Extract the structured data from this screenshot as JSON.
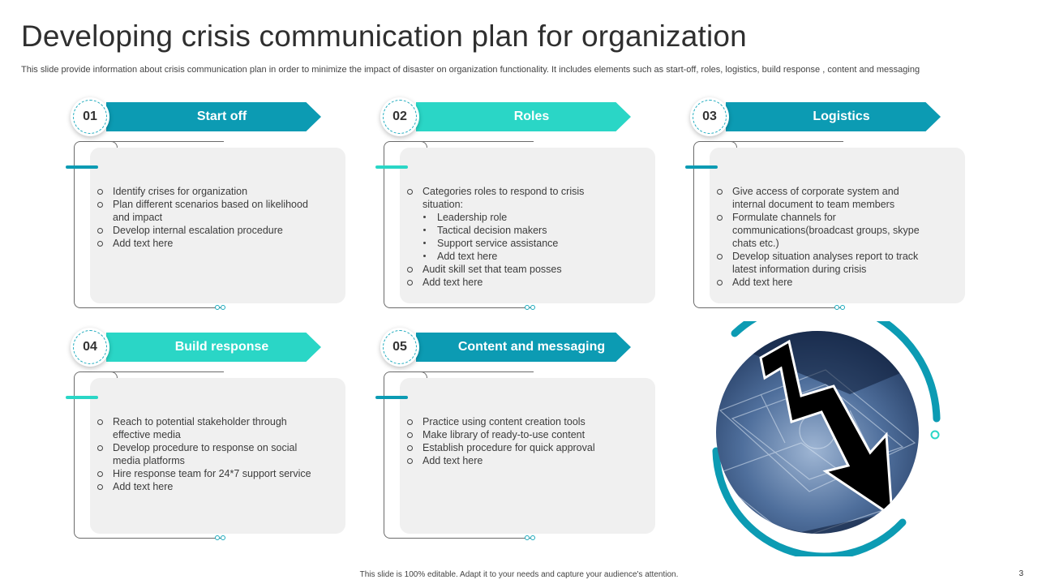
{
  "title": "Developing crisis communication plan for organization",
  "subtitle": "This slide provide information about crisis communication plan in order to minimize the impact of disaster on organization functionality. It includes elements such as start-off, roles, logistics, build response , content and messaging",
  "colors": {
    "teal_dark": "#0c9bb3",
    "teal_light": "#2ad6c6",
    "panel_bg": "#f0f0f0"
  },
  "cards": [
    {
      "number": "01",
      "heading": "Start off",
      "items": [
        {
          "type": "o",
          "text": "Identify crises for organization"
        },
        {
          "type": "o",
          "text": "Plan different  scenarios based on likelihood and impact"
        },
        {
          "type": "o",
          "text": "Develop  internal escalation procedure"
        },
        {
          "type": "o",
          "text": "Add text here"
        }
      ]
    },
    {
      "number": "02",
      "heading": "Roles",
      "items": [
        {
          "type": "o",
          "text": "Categories roles to respond to crisis situation:"
        },
        {
          "type": "b",
          "text": "Leadership role"
        },
        {
          "type": "b",
          "text": "Tactical decision makers"
        },
        {
          "type": "b",
          "text": "Support  service  assistance"
        },
        {
          "type": "b",
          "text": "Add text here"
        },
        {
          "type": "o",
          "text": "Audit skill set that team posses"
        },
        {
          "type": "o",
          "text": "Add text here"
        }
      ]
    },
    {
      "number": "03",
      "heading": "Logistics",
      "items": [
        {
          "type": "o",
          "text": "Give access of corporate system and internal document to team members"
        },
        {
          "type": "o",
          "text": "Formulate channels for communications(broadcast groups,  skype chats etc.)"
        },
        {
          "type": "o",
          "text": "Develop  situation analyses report  to track latest information  during crisis"
        },
        {
          "type": "o",
          "text": "Add text here"
        }
      ]
    },
    {
      "number": "04",
      "heading": "Build response",
      "items": [
        {
          "type": "o",
          "text": "Reach to potential stakeholder through effective media"
        },
        {
          "type": "o",
          "text": "Develop  procedure  to response on social media platforms"
        },
        {
          "type": "o",
          "text": "Hire response team for 24*7 support service"
        },
        {
          "type": "o",
          "text": "Add text here"
        }
      ]
    },
    {
      "number": "05",
      "heading": "Content and messaging",
      "items": [
        {
          "type": "o",
          "text": "Practice using content creation tools"
        },
        {
          "type": "o",
          "text": "Make library of ready-to-use  content"
        },
        {
          "type": "o",
          "text": "Establish procedure  for quick approval"
        },
        {
          "type": "o",
          "text": "Add text here"
        }
      ]
    }
  ],
  "footer": "This slide is 100% editable.  Adapt it to your needs and capture your audience's attention.",
  "page_number": "3"
}
